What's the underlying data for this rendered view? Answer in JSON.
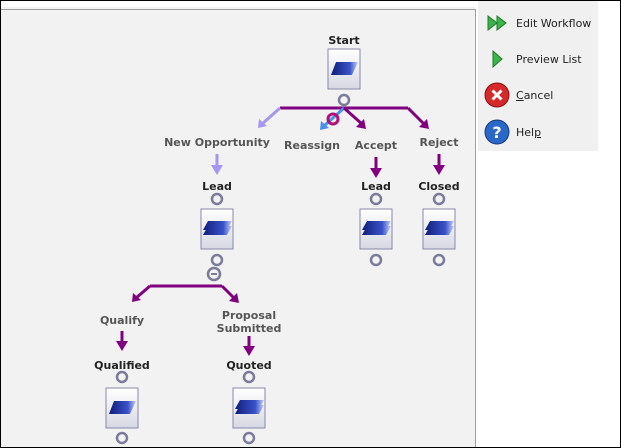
{
  "sidebar": {
    "items": [
      {
        "label": "Edit Workflow",
        "icon": "fast-forward-icon"
      },
      {
        "label": "Preview List",
        "icon": "play-icon"
      },
      {
        "label_pre": "",
        "label_ul": "C",
        "label_post": "ancel",
        "icon": "cancel-icon"
      },
      {
        "label_pre": "Hel",
        "label_ul": "p",
        "label_post": "",
        "icon": "help-icon"
      }
    ]
  },
  "workflow": {
    "states": {
      "start": "Start",
      "lead": "Lead",
      "lead2": "Lead",
      "closed": "Closed",
      "qualified": "Qualified",
      "quoted": "Quoted"
    },
    "actions": {
      "new_opportunity": "New Opportunity",
      "reassign": "Reassign",
      "accept": "Accept",
      "reject": "Reject",
      "qualify": "Qualify",
      "proposal_line1": "Proposal",
      "proposal_line2": "Submitted"
    }
  },
  "colors": {
    "purple": "#800080",
    "lavender": "#a796f0",
    "blue": "#4a90e8",
    "magenta": "#b0107a",
    "connector": "#7a7a9a"
  }
}
